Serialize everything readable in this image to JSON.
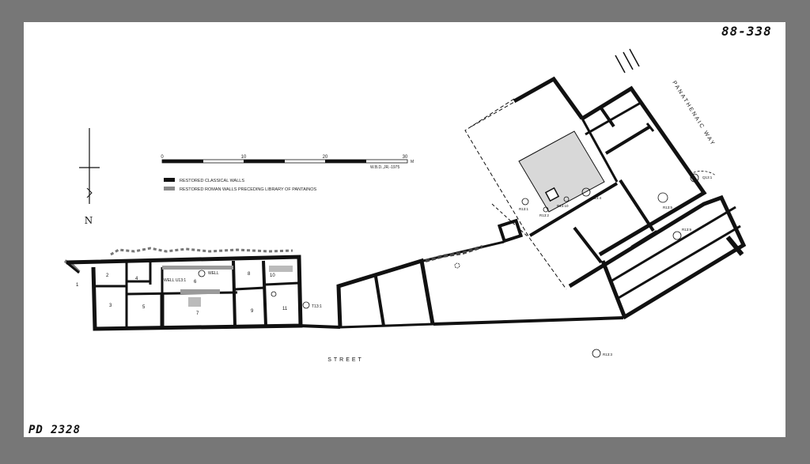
{
  "annotations": {
    "catalog_number": "88-338",
    "plate_id": "PD 2328",
    "credit": "W.B.D.,JR.-1975"
  },
  "north_arrow": {
    "label": "N"
  },
  "scale_bar": {
    "ticks": [
      "0",
      "10",
      "20",
      "30"
    ],
    "unit": "M"
  },
  "legend": {
    "items": [
      {
        "label": "RESTORED CLASSICAL WALLS",
        "color": "#111111"
      },
      {
        "label": "RESTORED ROMAN WALLS PRECEDING LIBRARY OF PANTAINOS",
        "color": "#8a8a8a"
      }
    ]
  },
  "streets": {
    "south": "STREET",
    "east": "PANATHENAIC WAY"
  },
  "rooms": [
    "1",
    "2",
    "3",
    "4",
    "5",
    "6",
    "7",
    "8",
    "9",
    "10",
    "11"
  ],
  "well_labels": {
    "well_u13_6": "WELL U13:1",
    "well": "WELL"
  },
  "markers": {
    "t13": "T13:1",
    "r13_1": "R13:1",
    "r13_2": "R13:2",
    "r13_3": "R13:3",
    "r13_4": "R13:4",
    "r13_5": "R13:5",
    "r13_9": "R13:9",
    "r13_10": "R13:10",
    "q13_1": "Q13:1"
  }
}
